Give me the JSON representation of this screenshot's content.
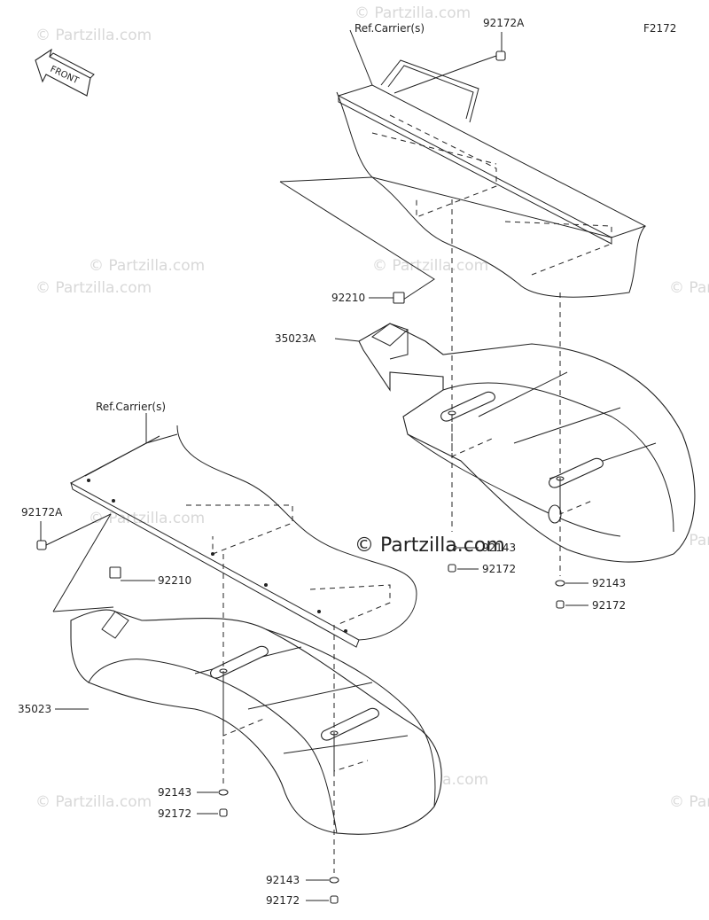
{
  "figure_code": "F2172",
  "watermark": "© Partzilla.com",
  "logo": "© Partzilla.com",
  "front_label": "FRONT",
  "ref_carrier_upper": "Ref.Carrier(s)",
  "ref_carrier_lower": "Ref.Carrier(s)",
  "parts": {
    "upper_bolt": "92172A",
    "upper_nut": "92210",
    "upper_fender": "35023A",
    "upper_washer_1": "92143",
    "upper_screw_1": "92172",
    "upper_washer_2": "92143",
    "upper_screw_2": "92172",
    "lower_bolt": "92172A",
    "lower_nut": "92210",
    "lower_fender": "35023",
    "lower_washer_1": "92143",
    "lower_screw_1": "92172",
    "lower_washer_2": "92143",
    "lower_screw_2": "92172"
  }
}
